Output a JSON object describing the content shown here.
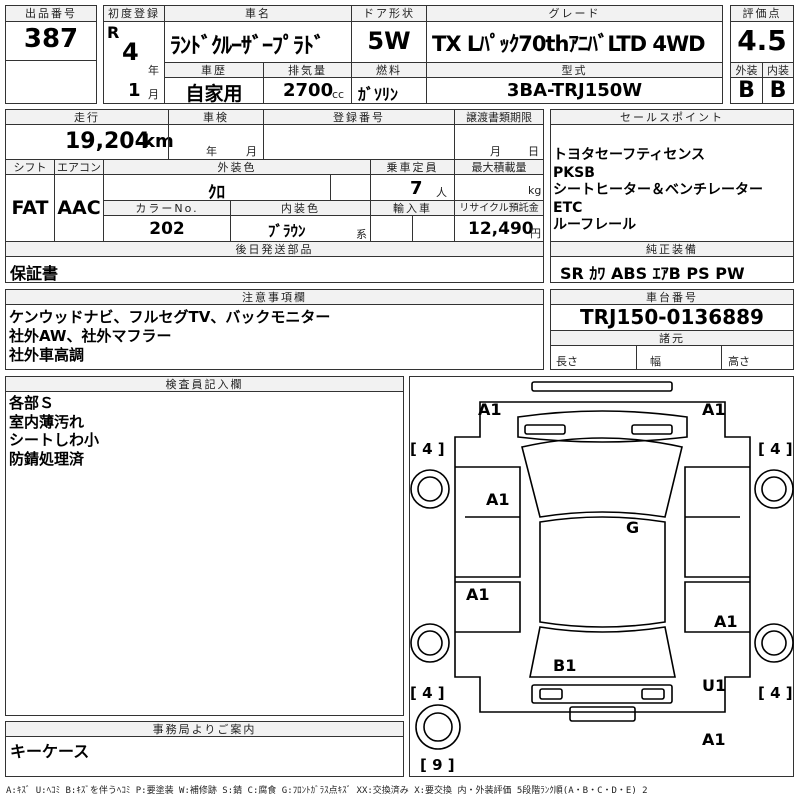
{
  "header": {
    "lot_no": {
      "label": "出品番号",
      "value": "387"
    },
    "first_reg": {
      "label": "初度登録",
      "era": "R",
      "year": "4",
      "year_unit": "年",
      "month": "1",
      "month_unit": "月"
    },
    "car_name": {
      "label": "車名",
      "value": "ﾗﾝﾄﾞｸﾙｰｻﾞｰﾌﾟﾗﾄﾞ"
    },
    "door": {
      "label": "ドア形状",
      "value": "5W"
    },
    "grade": {
      "label": "グレード",
      "value": "TX Lﾊﾟｯｸ70thｱﾆﾊﾞLTD 4WD"
    },
    "score": {
      "label": "評価点",
      "value": "4.5"
    },
    "history": {
      "label": "車歴",
      "value": "自家用"
    },
    "displacement": {
      "label": "排気量",
      "value": "2700",
      "unit": "cc"
    },
    "fuel": {
      "label": "燃料",
      "value": "ｶﾞｿﾘﾝ"
    },
    "model": {
      "label": "型式",
      "value": "3BA-TRJ150W"
    },
    "exterior": {
      "label": "外装",
      "value": "B"
    },
    "interior": {
      "label": "内装",
      "value": "B"
    }
  },
  "row2": {
    "mileage": {
      "label": "走行",
      "value": "19,204",
      "unit": "km"
    },
    "inspection": {
      "label": "車検",
      "year_unit": "年",
      "month_unit": "月"
    },
    "reg_no": {
      "label": "登録番号"
    },
    "transfer": {
      "label": "譲渡書類期限",
      "month_unit": "月",
      "day_unit": "日"
    },
    "shift": {
      "label": "シフト",
      "value": "FAT"
    },
    "aircon": {
      "label": "エアコン",
      "value": "AAC"
    },
    "color": {
      "label": "外装色",
      "value": "ｸﾛ"
    },
    "capacity": {
      "label": "乗車定員",
      "value": "7",
      "unit": "人"
    },
    "load": {
      "label": "最大積載量",
      "unit": "kg"
    },
    "color_no": {
      "label": "カラーNo.",
      "value": "202"
    },
    "int_color": {
      "label": "内装色",
      "value": "ﾌﾞﾗｳﾝ",
      "unit": "系"
    },
    "import": {
      "label": "輸入車"
    },
    "recycle": {
      "label": "リサイクル預託金",
      "value": "12,490",
      "unit": "円"
    }
  },
  "sales_points": {
    "label": "セールスポイント",
    "text": "トヨタセーフティセンス\nPKSB\nシートヒーター＆ベンチレーター\nETC\nルーフレール"
  },
  "later_parts": {
    "label": "後日発送部品",
    "text": "保証書"
  },
  "equipment": {
    "label": "純正装備",
    "text": "SR ｶﾜ ABS ｴｱB PS PW"
  },
  "notes": {
    "label": "注意事項欄",
    "text": "ケンウッドナビ、フルセグTV、バックモニター\n社外AW、社外マフラー\n社外車高調"
  },
  "chassis": {
    "label": "車台番号",
    "value": "TRJ150-0136889"
  },
  "dimensions": {
    "label": "諸元",
    "length": "長さ",
    "width": "幅",
    "height": "高さ"
  },
  "inspector": {
    "label": "検査員記入欄",
    "text": "各部Ｓ\n室内薄汚れ\nシートしわ小\n防錆処理済"
  },
  "office": {
    "label": "事務局よりご案内",
    "text": "キーケース"
  },
  "diagram": {
    "marks": {
      "top_left": "A1",
      "top_right": "A1",
      "front_left": "A1",
      "roof": "G",
      "mid_left": "A1",
      "mid_right": "A1",
      "rear": "B1",
      "rear_right": "U1",
      "bottom_right": "A1",
      "tire_fl": "[ 4 ]",
      "tire_fr": "[ 4 ]",
      "tire_rl": "[ 4 ]",
      "tire_rr": "[ 4 ]",
      "spare": "[ 9 ]"
    }
  },
  "legend": "A:ｷｽﾞ U:ﾍｺﾐ B:ｷｽﾞを伴うﾍｺﾐ P:要塗装 W:補修跡 S:錆 C:腐食 G:ﾌﾛﾝﾄｶﾞﾗｽ点ｷｽﾞ XX:交換済み X:要交換 内・外装評価 5段階ﾗﾝｸ順(A・B・C・D・E) 2"
}
